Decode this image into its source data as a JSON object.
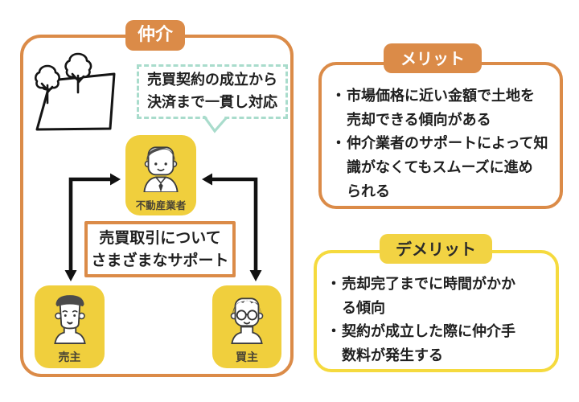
{
  "bullet_marker": "・",
  "colors": {
    "accent_orange": "#DB8B48",
    "accent_yellow": "#F0CF3D",
    "demerit_border_yellow": "#F5DA3E",
    "speech_border_teal": "#A9DCCC",
    "text": "#1F1F1F",
    "actor_label": "#4A4435"
  },
  "diagram": {
    "title_badge": "仲介",
    "speech_bubble": "売買契約の成立から\n決済まで一貫し対応",
    "support_box": "売買取引について\nさまざまなサポート",
    "actors": {
      "agent": "不動産業者",
      "seller": "売主",
      "buyer": "買主"
    },
    "icons": {
      "land": "land-plot-with-trees",
      "agent": "businessman",
      "seller": "elderly-man",
      "buyer": "man-with-glasses",
      "arrows": "two-way-l-shaped-arrows",
      "tail": "speech-bubble-tail"
    }
  },
  "merit": {
    "badge": "メリット",
    "items": [
      "市場価格に近い金額で土地を\n売却できる傾向がある",
      "仲介業者のサポートによって知\n識がなくてもスムーズに進め\nられる"
    ]
  },
  "demerit": {
    "badge": "デメリット",
    "items": [
      "売却完了までに時間がかか\nる傾向",
      "契約が成立した際に仲介手\n数料が発生する"
    ]
  }
}
